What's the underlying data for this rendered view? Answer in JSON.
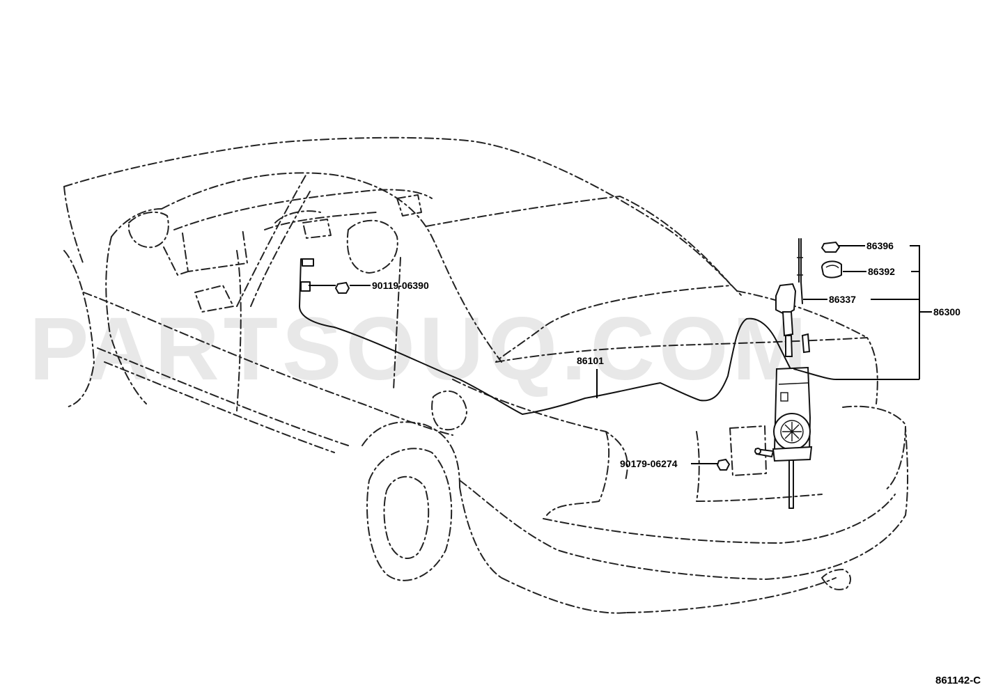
{
  "watermark": "PARTSOUQ.COM",
  "diagram_code": "861142-C",
  "parts": {
    "p86396": "86396",
    "p86392": "86392",
    "p86337": "86337",
    "p86300": "86300",
    "p90119": "90119-06390",
    "p86101": "86101",
    "p90179": "90179-06274"
  }
}
